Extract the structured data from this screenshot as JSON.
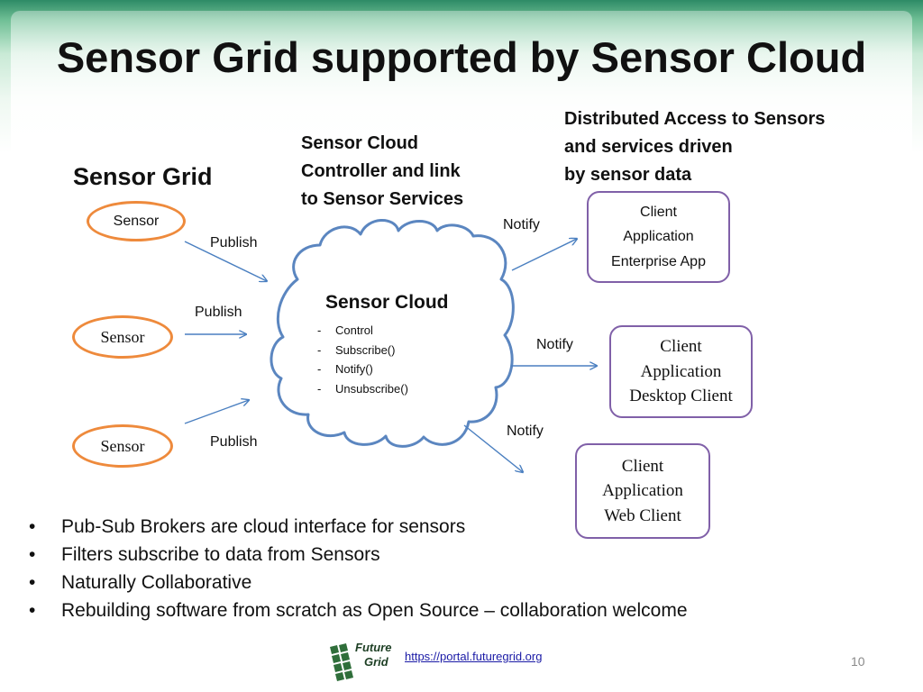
{
  "slide": {
    "title": "Sensor Grid supported by Sensor Cloud",
    "page_number": "10",
    "link": "https://portal.futuregrid.org",
    "logo": {
      "line1": "Future",
      "line2": "Grid"
    }
  },
  "headings": {
    "sensor_grid": "Sensor Grid",
    "cloud_controller": [
      "Sensor Cloud",
      "Controller and link",
      "to Sensor Services"
    ],
    "distributed": [
      "Distributed Access to Sensors",
      "and services driven",
      "by sensor data"
    ]
  },
  "sensors": [
    "Sensor",
    "Sensor",
    "Sensor"
  ],
  "publish_labels": [
    "Publish",
    "Publish",
    "Publish"
  ],
  "notify_labels": [
    "Notify",
    "Notify",
    "Notify"
  ],
  "cloud": {
    "title": "Sensor Cloud",
    "operations": [
      "Control",
      "Subscribe()",
      "Notify()",
      "Unsubscribe()"
    ]
  },
  "clients": [
    {
      "lines": [
        "Client",
        "Application",
        "Enterprise App"
      ]
    },
    {
      "lines": [
        "Client",
        "Application",
        "Desktop Client"
      ]
    },
    {
      "lines": [
        "Client",
        "Application",
        "Web Client"
      ]
    }
  ],
  "bullets": [
    "Pub-Sub Brokers are cloud interface for sensors",
    "Filters subscribe to data from Sensors",
    "Naturally Collaborative",
    "Rebuilding software from scratch as Open Source – collaboration welcome"
  ],
  "colors": {
    "sensor_border": "#ee8a3c",
    "client_border": "#8060a8",
    "cloud_stroke": "#5b86c0",
    "arrow": "#4a7fc0"
  }
}
